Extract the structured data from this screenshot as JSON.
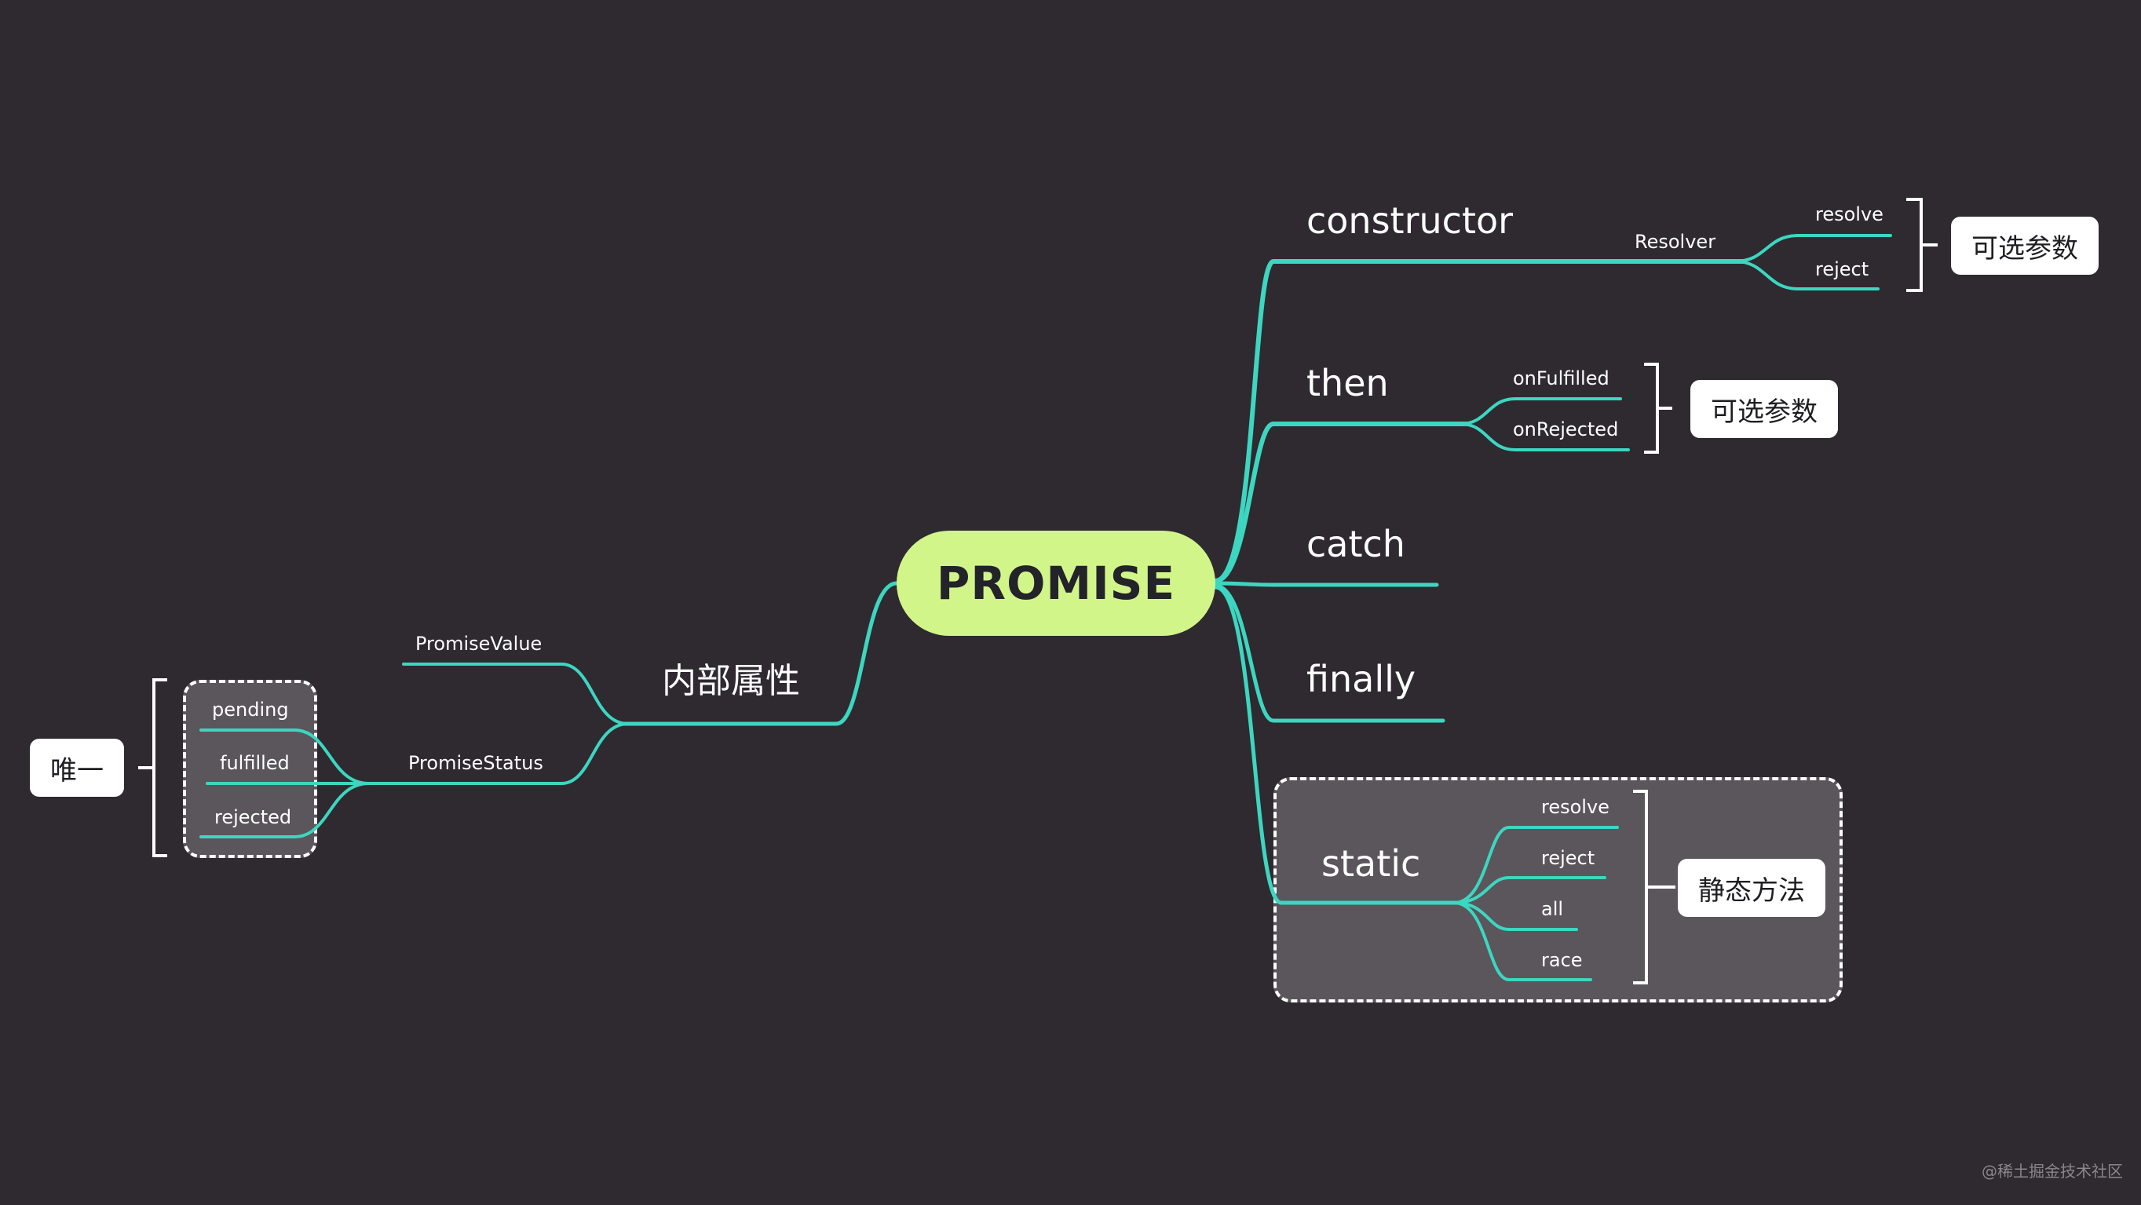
{
  "root": {
    "label": "PROMISE"
  },
  "right_branches": [
    {
      "label": "constructor"
    },
    {
      "label": "then"
    },
    {
      "label": "catch"
    },
    {
      "label": "finally"
    },
    {
      "label": "static"
    }
  ],
  "constructor_detail": {
    "resolver": "Resolver",
    "children": [
      "resolve",
      "reject"
    ],
    "tag": "可选参数"
  },
  "then_detail": {
    "children": [
      "onFulfilled",
      "onRejected"
    ],
    "tag": "可选参数"
  },
  "static_detail": {
    "children": [
      "resolve",
      "reject",
      "all",
      "race"
    ],
    "tag": "静态方法"
  },
  "internal": {
    "label": "内部属性",
    "value_label": "PromiseValue",
    "status_label": "PromiseStatus",
    "states": [
      "pending",
      "fulfilled",
      "rejected"
    ],
    "tag": "唯一"
  },
  "watermark": "@稀土掘金技术社区",
  "colors": {
    "branch": "#3dd6c0",
    "root_fill": "#d2f58a",
    "background": "#2e2a30",
    "group_fill": "#5a565b"
  }
}
